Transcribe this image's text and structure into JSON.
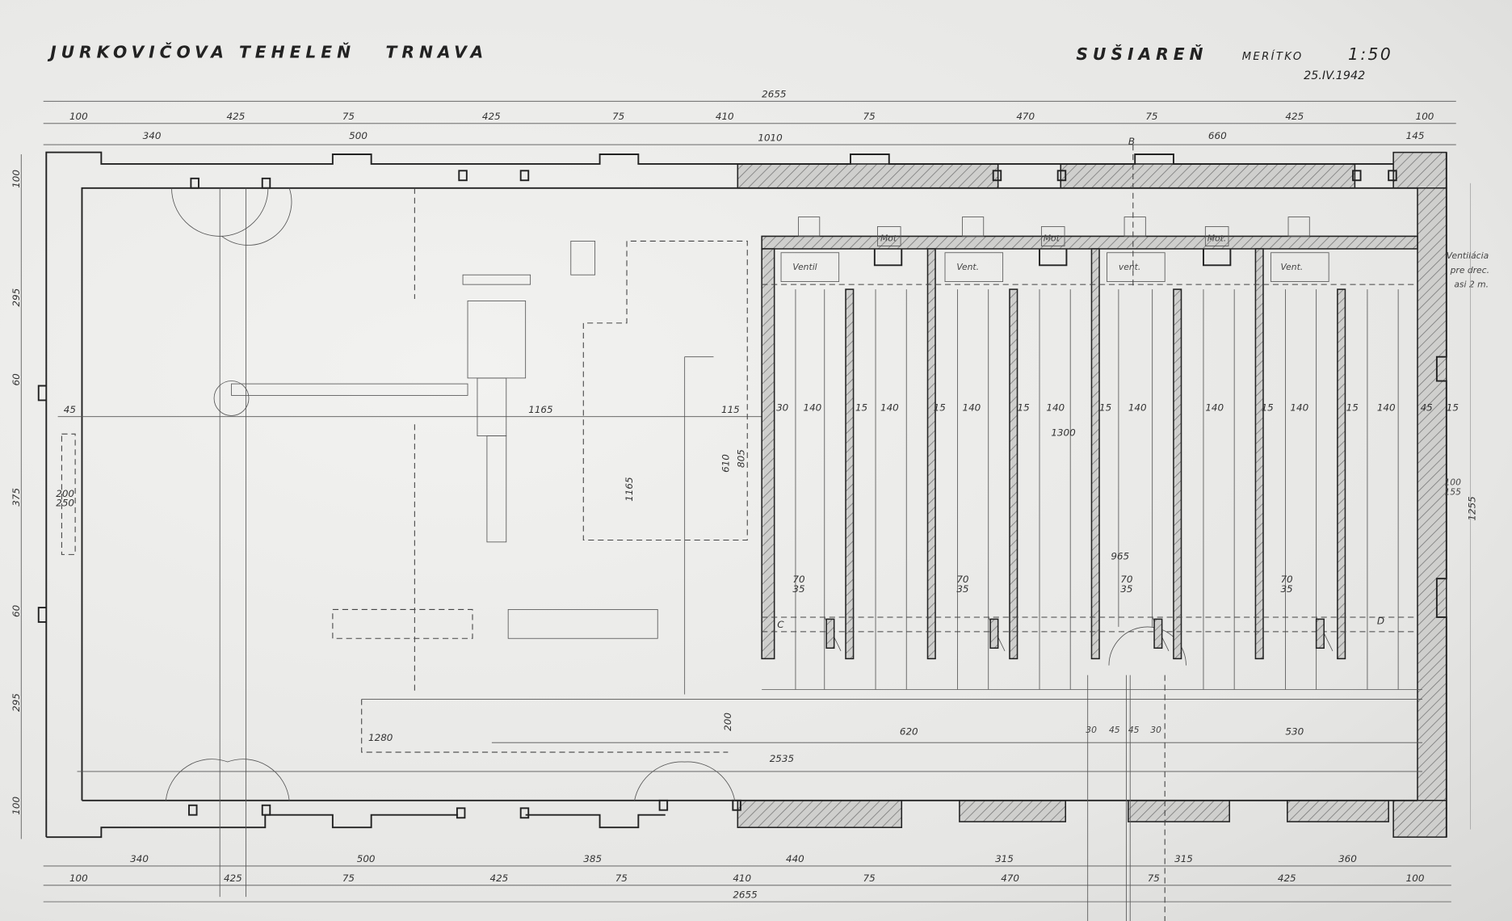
{
  "header": {
    "project": "JURKOVIČOVA TEHELEŇ",
    "city": "TRNAVA",
    "sheet": "SUŠIAREŇ",
    "scale_label": "MERÍTKO",
    "scale": "1:50",
    "date": "25.IV.1942"
  },
  "note": [
    "Ventilácia",
    "pre drec.",
    "asi 2 m."
  ],
  "dims_top": {
    "total": "2655",
    "row2": [
      "100",
      "425",
      "75",
      "425",
      "75",
      "410",
      "75",
      "470",
      "75",
      "425",
      "100"
    ],
    "row3": [
      "340",
      "500",
      "1010",
      "660",
      "145"
    ]
  },
  "dims_bottom": {
    "row1": [
      "340",
      "500",
      "385",
      "440",
      "315",
      "315",
      "360"
    ],
    "row2": [
      "100",
      "425",
      "75",
      "425",
      "75",
      "410",
      "75",
      "470",
      "75",
      "425",
      "100"
    ],
    "total": "2655"
  },
  "dims_left": [
    "100",
    "295",
    "60",
    "375",
    "60",
    "295",
    "100"
  ],
  "dims_inner": {
    "width_1165": "1165",
    "height_1165": "1165",
    "chamber_total": "1300",
    "passage": "965",
    "length_2535": "2535",
    "length_1280": "1280",
    "length_620": "620",
    "length_530": "530",
    "d115": "115",
    "d610": "610",
    "d805": "805",
    "d200": "200",
    "left_45": "45",
    "left_opening": "200",
    "left_opening2": "250",
    "right_total": "1255",
    "right_opening": "100",
    "right_opening2": "155",
    "chamber_row": [
      "30",
      "140",
      "15",
      "140",
      "15",
      "140",
      "15",
      "140",
      "15",
      "140",
      "140",
      "15",
      "140",
      "15",
      "140",
      "45",
      "15"
    ],
    "gap_row": [
      "30",
      "45",
      "45",
      "30"
    ],
    "door_70": "70",
    "door_35": "35"
  },
  "equipment": {
    "ventilators": [
      "Ventil",
      "Vent.",
      "vent.",
      "Vent."
    ],
    "motors": [
      "Mot",
      "Mot",
      "Mot."
    ]
  },
  "section_marks": [
    "B",
    "C",
    "D"
  ]
}
